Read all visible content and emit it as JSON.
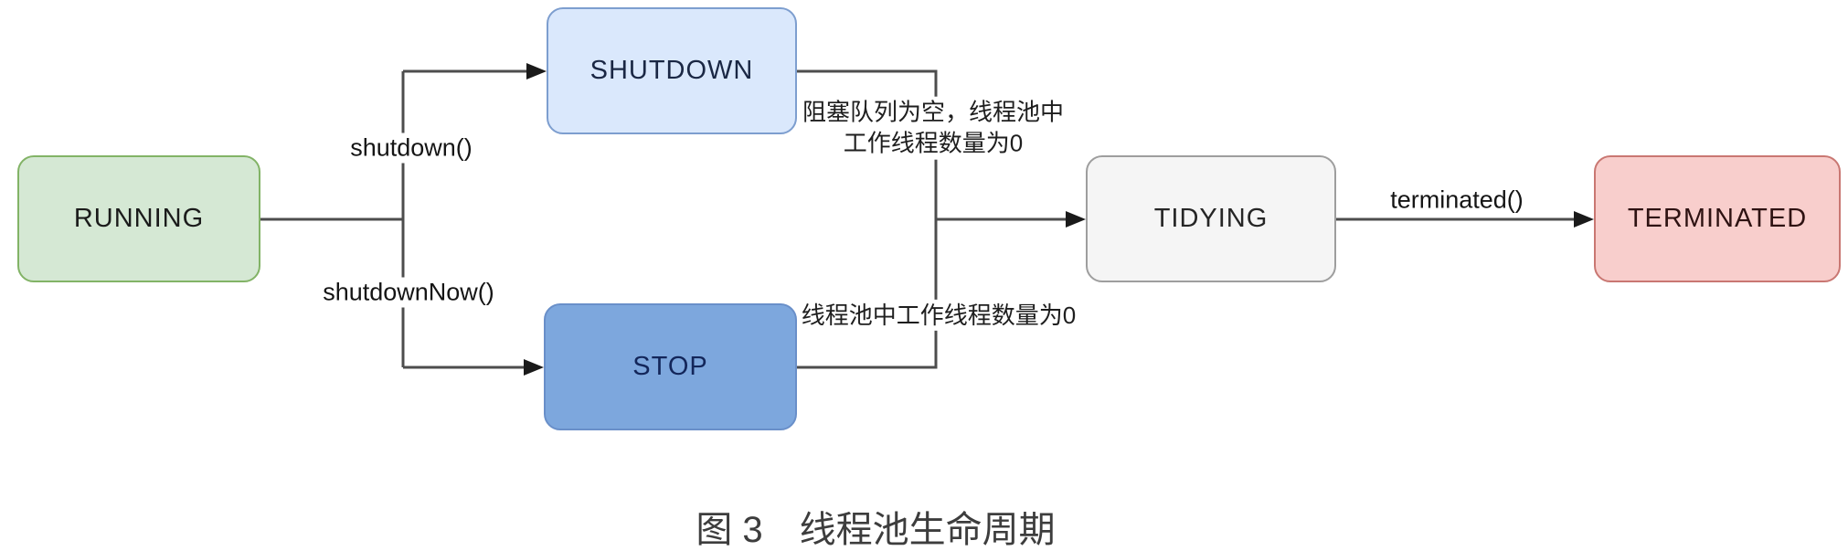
{
  "nodes": {
    "running": {
      "label": "RUNNING",
      "fill": "#d5e8d4",
      "border": "#82b366",
      "text_color": "#1b1b1b"
    },
    "shutdown": {
      "label": "SHUTDOWN",
      "fill": "#dae8fc",
      "border": "#7d9ecf",
      "text_color": "#1a2744"
    },
    "stop": {
      "label": "STOP",
      "fill": "#7da7dd",
      "border": "#698fc9",
      "text_color": "#13265a"
    },
    "tidying": {
      "label": "TIDYING",
      "fill": "#f5f5f5",
      "border": "#9e9e9e",
      "text_color": "#262626"
    },
    "terminated": {
      "label": "TERMINATED",
      "fill": "#f8cecc",
      "border": "#c97772",
      "text_color": "#2e1212"
    }
  },
  "edges": {
    "shutdown_call": "shutdown()",
    "shutdown_now_call": "shutdownNow()",
    "terminated_call": "terminated()",
    "shutdown_to_tidying_condition": "阻塞队列为空，线程池中\n工作线程数量为0",
    "stop_to_tidying_condition": "线程池中工作线程数量为0"
  },
  "caption": "图 3　线程池生命周期",
  "line_color": "#4d4d4d",
  "arrow_color": "#1a1a1a"
}
